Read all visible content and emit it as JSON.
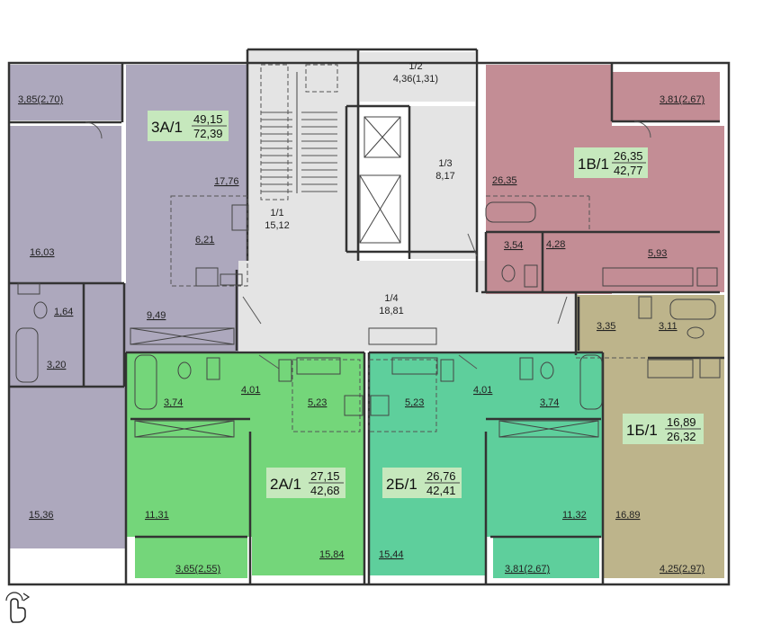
{
  "colors": {
    "apt3a": "#ada8bd",
    "apt1v": "#c38d95",
    "apt1b": "#bdb48b",
    "apt2a": "#74d67a",
    "apt2b": "#5ecf9c",
    "common": "#e4e4e4",
    "labelbox": "#c6e8bd"
  },
  "apartments": {
    "a3": {
      "name": "3А/1",
      "living": "49,15",
      "total": "72,39"
    },
    "v1": {
      "name": "1В/1",
      "living": "26,35",
      "total": "42,77"
    },
    "b1": {
      "name": "1Б/1",
      "living": "16,89",
      "total": "26,32"
    },
    "a2": {
      "name": "2А/1",
      "living": "27,15",
      "total": "42,68"
    },
    "b2": {
      "name": "2Б/1",
      "living": "26,76",
      "total": "42,41"
    }
  },
  "rooms": {
    "r_385_270": "3,85(2,70)",
    "r_381_267_top": "3,81(2,67)",
    "r_1776": "17,76",
    "r_1603": "16,03",
    "r_621": "6,21",
    "r_164": "1,64",
    "r_949": "9,49",
    "r_320": "3,20",
    "r_1536": "15,36",
    "r_2635": "26,35",
    "r_354": "3,54",
    "r_428": "4,28",
    "r_593": "5,93",
    "r_335": "3,35",
    "r_311": "3,11",
    "r_1689": "16,89",
    "r_425_297": "4,25(2,97)",
    "r_374_left": "3,74",
    "r_401_left": "4,01",
    "r_523_left": "5,23",
    "r_1131": "11,31",
    "r_1584": "15,84",
    "r_365_255": "3,65(2,55)",
    "r_523_right": "5,23",
    "r_401_right": "4,01",
    "r_374_right": "3,74",
    "r_1544": "15,44",
    "r_1132": "11,32",
    "r_381_267_bot": "3,81(2,67)"
  },
  "common": {
    "c12_id": "1/2",
    "c12_area": "4,36(1,31)",
    "c13_id": "1/3",
    "c13_area": "8,17",
    "c11_id": "1/1",
    "c11_area": "15,12",
    "c14_id": "1/4",
    "c14_area": "18,81"
  },
  "icons": [
    "touch-icon"
  ]
}
